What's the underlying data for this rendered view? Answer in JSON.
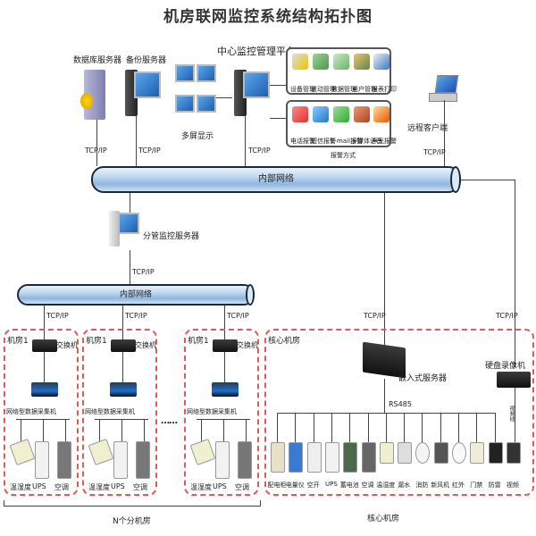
{
  "title": "机房联网监控系统结构拓扑图",
  "top_nodes": {
    "db_server": "数据库服务器",
    "backup_server": "备份服务器",
    "multi_display": "多屏显示",
    "center_platform": "中心监控管理平台",
    "remote_client": "远程客户端"
  },
  "management_functions": [
    "设备管理",
    "联动管理",
    "数据管理",
    "用户管理",
    "报表打印"
  ],
  "alarm_methods": [
    "电话报警",
    "短信报警",
    "E-mail报警",
    "多媒体语音",
    "声光报警"
  ],
  "alarm_caption": "报警方式",
  "protocol": "TCP/IP",
  "main_network": "内部网络",
  "sub_server": "分管监控服务器",
  "sub_network": "内部网络",
  "branch_rooms": [
    {
      "name": "机房1",
      "switch": "交换机",
      "collector": "网络型数据采集机",
      "devices": [
        "温湿度",
        "UPS",
        "空调"
      ]
    },
    {
      "name": "机房1",
      "switch": "交换机",
      "collector": "网络型数据采集机",
      "devices": [
        "温湿度",
        "UPS",
        "空调"
      ]
    },
    {
      "name": "机房1",
      "switch": "交换机",
      "collector": "网络型数据采集机",
      "devices": [
        "温湿度",
        "UPS",
        "空调"
      ]
    }
  ],
  "ellipsis": "……",
  "branch_caption": "N个分机房",
  "core_room": {
    "name": "核心机房",
    "embedded_server": "嵌入式服务器",
    "bus": "RS485",
    "dvr": "硬盘录像机",
    "video_link": "视频线",
    "devices": [
      "配电柜",
      "电量仪",
      "空开",
      "UPS",
      "蓄电池",
      "空调",
      "温湿度",
      "漏水",
      "消防",
      "新风机",
      "红外",
      "门禁",
      "防雷",
      "视频"
    ],
    "caption": "核心机房"
  }
}
